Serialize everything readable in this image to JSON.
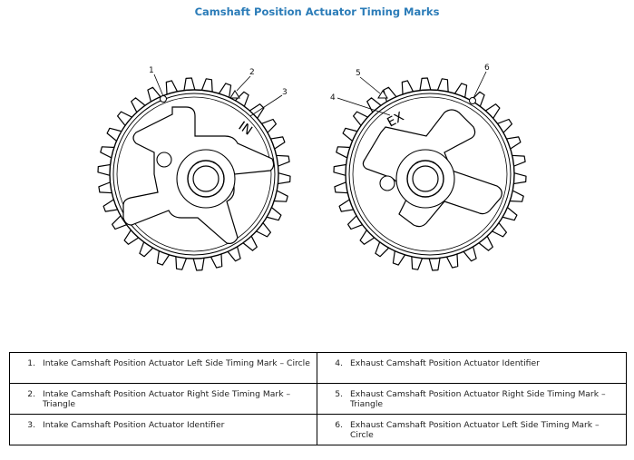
{
  "title": "Camshaft Position Actuator Timing Marks",
  "gears": [
    {
      "id": "intake",
      "identifier": "IN",
      "callouts": [
        "1",
        "2",
        "3"
      ]
    },
    {
      "id": "exhaust",
      "identifier": "EX",
      "callouts": [
        "4",
        "5",
        "6"
      ]
    }
  ],
  "legend": [
    {
      "num": "1.",
      "text": "Intake Camshaft Position Actuator Left Side Timing Mark – Circle"
    },
    {
      "num": "4.",
      "text": "Exhaust Camshaft Position Actuator Identifier"
    },
    {
      "num": "2.",
      "text": "Intake Camshaft Position Actuator Right Side Timing Mark – Triangle"
    },
    {
      "num": "5.",
      "text": "Exhaust Camshaft Position Actuator Right Side Timing Mark – Triangle"
    },
    {
      "num": "3.",
      "text": "Intake Camshaft Position Actuator Identifier"
    },
    {
      "num": "6.",
      "text": "Exhaust Camshaft Position Actuator Left Side Timing Mark – Circle"
    }
  ]
}
